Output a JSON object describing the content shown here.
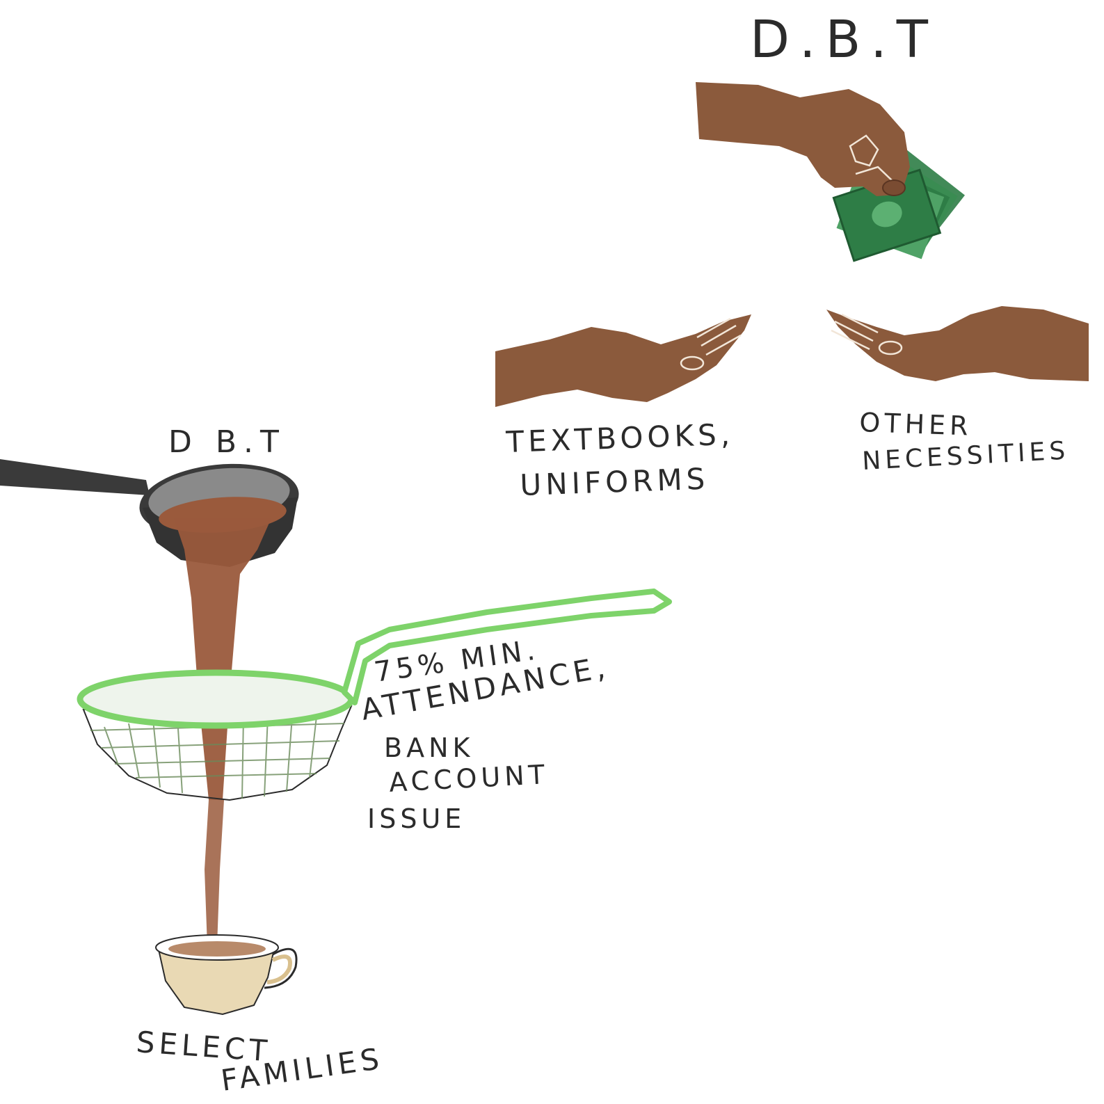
{
  "colors": {
    "skin": "#8b5a3c",
    "skin_dark": "#6e452d",
    "money": "#2e7d46",
    "money_light": "#4fa266",
    "pan": "#3a3a3a",
    "pan_inner": "#8a8a8a",
    "liquid": "#9a5a3c",
    "strainer_rim": "#7ed36a",
    "strainer_mesh": "#6a8a5a",
    "cup": "#e9d9b4",
    "ink": "#2b2b2b"
  },
  "labels": {
    "dbt_top": "D.B.T",
    "dbt_pan": "D B.T",
    "textbooks_line1": "TEXTBOOKS,",
    "textbooks_line2": "UNIFORMS",
    "other_line1": "OTHER",
    "other_line2": "NECESSITIES",
    "filter_line1": "75% MIN.",
    "filter_line2": "ATTENDANCE,",
    "filter_line3": "BANK",
    "filter_line4": "ACCOUNT",
    "filter_line5": "ISSUE",
    "select_line1": "SELECT",
    "select_line2": "FAMILIES"
  },
  "icons": {
    "giving_hand": "hand-with-money-icon",
    "receiving_hand_left": "open-hand-icon",
    "receiving_hand_right": "open-hand-icon",
    "money": "banknotes-icon",
    "pan": "saucepan-icon",
    "strainer": "strainer-icon",
    "cup": "teacup-icon"
  }
}
